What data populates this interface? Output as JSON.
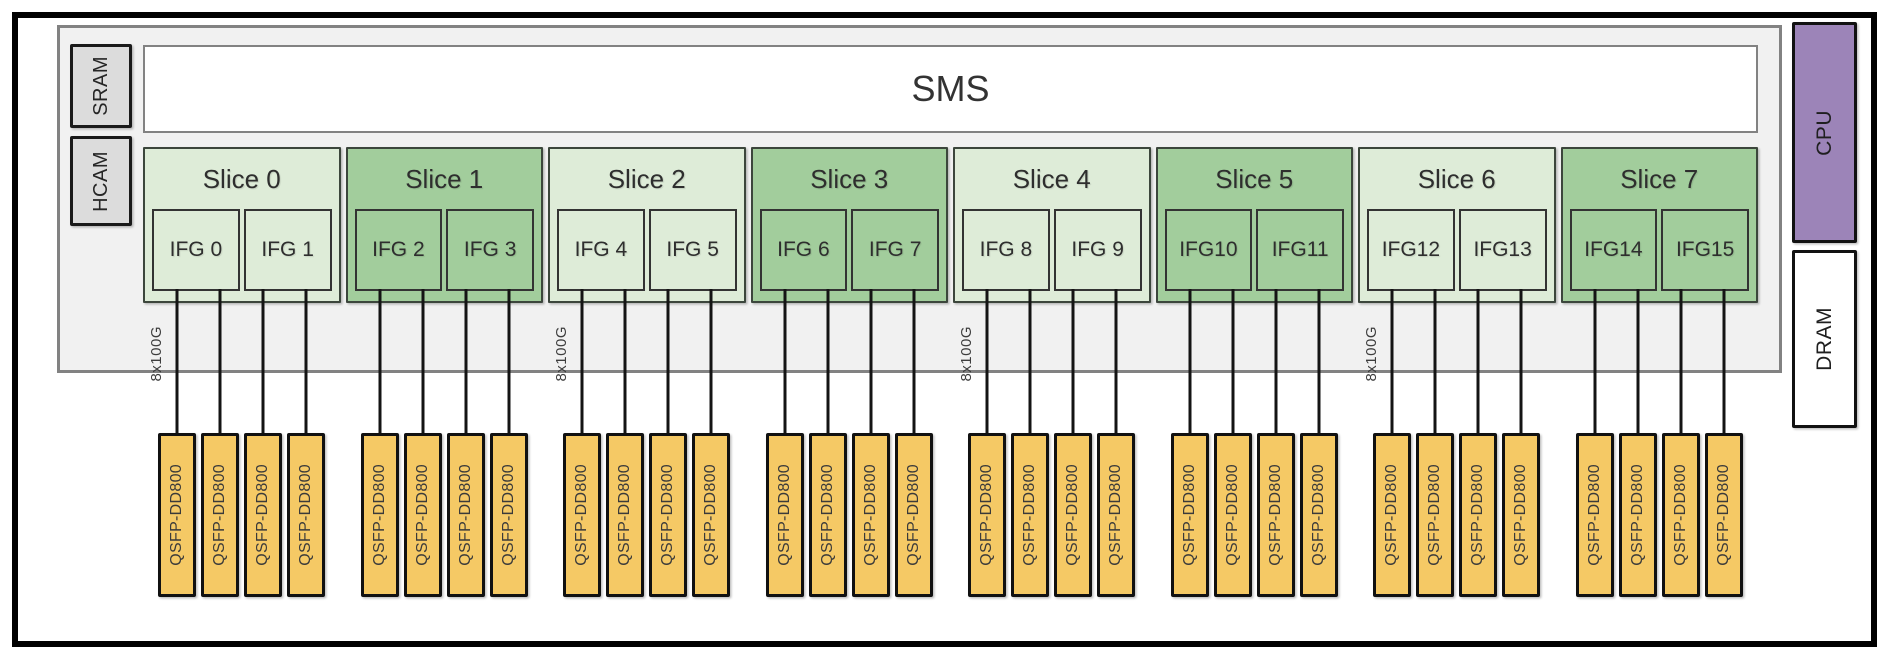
{
  "diagram": {
    "soc": {
      "sms_label": "SMS",
      "memory_blocks": [
        "SRAM",
        "HCAM"
      ],
      "slices": [
        {
          "label": "Slice 0",
          "shade": "light",
          "ifgs": [
            "IFG 0",
            "IFG 1"
          ],
          "link_label": "8x100G"
        },
        {
          "label": "Slice 1",
          "shade": "dark",
          "ifgs": [
            "IFG 2",
            "IFG 3"
          ],
          "link_label": null
        },
        {
          "label": "Slice 2",
          "shade": "light",
          "ifgs": [
            "IFG 4",
            "IFG 5"
          ],
          "link_label": "8x100G"
        },
        {
          "label": "Slice 3",
          "shade": "dark",
          "ifgs": [
            "IFG 6",
            "IFG 7"
          ],
          "link_label": null
        },
        {
          "label": "Slice 4",
          "shade": "light",
          "ifgs": [
            "IFG 8",
            "IFG 9"
          ],
          "link_label": "8x100G"
        },
        {
          "label": "Slice 5",
          "shade": "dark",
          "ifgs": [
            "IFG10",
            "IFG11"
          ],
          "link_label": null
        },
        {
          "label": "Slice 6",
          "shade": "light",
          "ifgs": [
            "IFG12",
            "IFG13"
          ],
          "link_label": "8x100G"
        },
        {
          "label": "Slice 7",
          "shade": "dark",
          "ifgs": [
            "IFG14",
            "IFG15"
          ],
          "link_label": null
        }
      ]
    },
    "side_blocks": [
      {
        "label": "CPU"
      },
      {
        "label": "DRAM"
      }
    ],
    "transceiver_label": "QSFP-DD800",
    "transceivers_per_ifg": 2,
    "line_positions_pct": [
      17.34,
      39.09,
      60.91,
      82.66
    ],
    "colors": {
      "slice_light": "#deecd8",
      "slice_dark": "#a2cd9c",
      "qsfp_fill": "#f5c965",
      "cpu_fill": "#9c84b8",
      "memory_fill": "#dcdcdc",
      "soc_fill": "#f1f1f1",
      "soc_border": "#828282",
      "line_color": "#141414"
    }
  }
}
